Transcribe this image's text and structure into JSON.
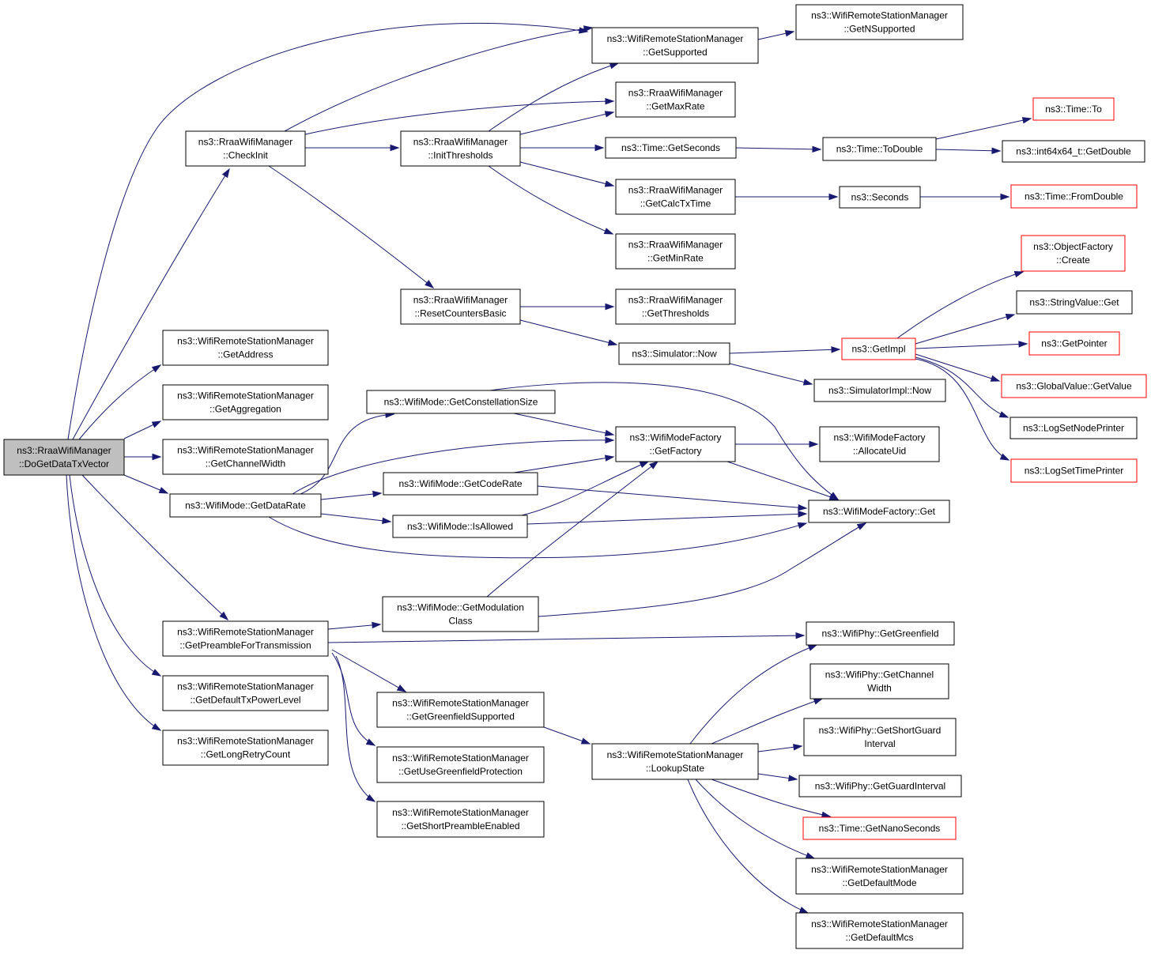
{
  "nodes": [
    {
      "id": "root",
      "lines": [
        "ns3::RraaWifiManager",
        "::DoGetDataTxVector"
      ],
      "style": "root"
    },
    {
      "id": "checkinit",
      "lines": [
        "ns3::RraaWifiManager",
        "::CheckInit"
      ]
    },
    {
      "id": "getaddress",
      "lines": [
        "ns3::WifiRemoteStationManager",
        "::GetAddress"
      ]
    },
    {
      "id": "getaggregation",
      "lines": [
        "ns3::WifiRemoteStationManager",
        "::GetAggregation"
      ]
    },
    {
      "id": "getchannelwidth",
      "lines": [
        "ns3::WifiRemoteStationManager",
        "::GetChannelWidth"
      ]
    },
    {
      "id": "getdatarate",
      "lines": [
        "ns3::WifiMode::GetDataRate"
      ]
    },
    {
      "id": "getpreamble",
      "lines": [
        "ns3::WifiRemoteStationManager",
        "::GetPreambleForTransmission"
      ]
    },
    {
      "id": "getdefaulttxpower",
      "lines": [
        "ns3::WifiRemoteStationManager",
        "::GetDefaultTxPowerLevel"
      ]
    },
    {
      "id": "getlongretry",
      "lines": [
        "ns3::WifiRemoteStationManager",
        "::GetLongRetryCount"
      ]
    },
    {
      "id": "getsupported",
      "lines": [
        "ns3::WifiRemoteStationManager",
        "::GetSupported"
      ]
    },
    {
      "id": "getnsupported",
      "lines": [
        "ns3::WifiRemoteStationManager",
        "::GetNSupported"
      ]
    },
    {
      "id": "getmaxrate",
      "lines": [
        "ns3::RraaWifiManager",
        "::GetMaxRate"
      ]
    },
    {
      "id": "initthresholds",
      "lines": [
        "ns3::RraaWifiManager",
        "::InitThresholds"
      ]
    },
    {
      "id": "getseconds",
      "lines": [
        "ns3::Time::GetSeconds"
      ]
    },
    {
      "id": "todouble",
      "lines": [
        "ns3::Time::ToDouble"
      ]
    },
    {
      "id": "timeto",
      "lines": [
        "ns3::Time::To"
      ],
      "style": "trunc"
    },
    {
      "id": "getdouble",
      "lines": [
        "ns3::int64x64_t::GetDouble"
      ]
    },
    {
      "id": "getcalctxtime",
      "lines": [
        "ns3::RraaWifiManager",
        "::GetCalcTxTime"
      ]
    },
    {
      "id": "seconds",
      "lines": [
        "ns3::Seconds"
      ]
    },
    {
      "id": "fromdouble",
      "lines": [
        "ns3::Time::FromDouble"
      ],
      "style": "trunc"
    },
    {
      "id": "getminrate",
      "lines": [
        "ns3::RraaWifiManager",
        "::GetMinRate"
      ]
    },
    {
      "id": "objfactorycreate",
      "lines": [
        "ns3::ObjectFactory",
        "::Create"
      ],
      "style": "trunc"
    },
    {
      "id": "stringvalueget",
      "lines": [
        "ns3::StringValue::Get"
      ]
    },
    {
      "id": "resetcounters",
      "lines": [
        "ns3::RraaWifiManager",
        "::ResetCountersBasic"
      ]
    },
    {
      "id": "getthresholds",
      "lines": [
        "ns3::RraaWifiManager",
        "::GetThresholds"
      ]
    },
    {
      "id": "getimpl",
      "lines": [
        "ns3::GetImpl"
      ],
      "style": "trunc"
    },
    {
      "id": "getpointer",
      "lines": [
        "ns3::GetPointer"
      ],
      "style": "trunc"
    },
    {
      "id": "simnow",
      "lines": [
        "ns3::Simulator::Now"
      ]
    },
    {
      "id": "globalvalue",
      "lines": [
        "ns3::GlobalValue::GetValue"
      ],
      "style": "trunc"
    },
    {
      "id": "simimplnow",
      "lines": [
        "ns3::SimulatorImpl::Now"
      ]
    },
    {
      "id": "constellation",
      "lines": [
        "ns3::WifiMode::GetConstellationSize"
      ]
    },
    {
      "id": "getfactory",
      "lines": [
        "ns3::WifiModeFactory",
        "::GetFactory"
      ]
    },
    {
      "id": "allocateuid",
      "lines": [
        "ns3::WifiModeFactory",
        "::AllocateUid"
      ]
    },
    {
      "id": "lognodeprinter",
      "lines": [
        "ns3::LogSetNodePrinter"
      ]
    },
    {
      "id": "logtimeprinter",
      "lines": [
        "ns3::LogSetTimePrinter"
      ],
      "style": "trunc"
    },
    {
      "id": "getcoderate",
      "lines": [
        "ns3::WifiMode::GetCodeRate"
      ]
    },
    {
      "id": "factoryget",
      "lines": [
        "ns3::WifiModeFactory::Get"
      ]
    },
    {
      "id": "isallowed",
      "lines": [
        "ns3::WifiMode::IsAllowed"
      ]
    },
    {
      "id": "getmodclass",
      "lines": [
        "ns3::WifiMode::GetModulation",
        "Class"
      ]
    },
    {
      "id": "getgreenfield",
      "lines": [
        "ns3::WifiPhy::GetGreenfield"
      ]
    },
    {
      "id": "phychannelwidth",
      "lines": [
        "ns3::WifiPhy::GetChannel",
        "Width"
      ]
    },
    {
      "id": "greenfieldsupported",
      "lines": [
        "ns3::WifiRemoteStationManager",
        "::GetGreenfieldSupported"
      ]
    },
    {
      "id": "shortguard",
      "lines": [
        "ns3::WifiPhy::GetShortGuard",
        "Interval"
      ]
    },
    {
      "id": "lookupstate",
      "lines": [
        "ns3::WifiRemoteStationManager",
        "::LookupState"
      ]
    },
    {
      "id": "usegreenfield",
      "lines": [
        "ns3::WifiRemoteStationManager",
        "::GetUseGreenfieldProtection"
      ]
    },
    {
      "id": "guardinterval",
      "lines": [
        "ns3::WifiPhy::GetGuardInterval"
      ]
    },
    {
      "id": "nanoseconds",
      "lines": [
        "ns3::Time::GetNanoSeconds"
      ],
      "style": "trunc"
    },
    {
      "id": "shortpreamble",
      "lines": [
        "ns3::WifiRemoteStationManager",
        "::GetShortPreambleEnabled"
      ]
    },
    {
      "id": "defaultmode",
      "lines": [
        "ns3::WifiRemoteStationManager",
        "::GetDefaultMode"
      ]
    },
    {
      "id": "defaultmcs",
      "lines": [
        "ns3::WifiRemoteStationManager",
        "::GetDefaultMcs"
      ]
    }
  ],
  "edges": [
    [
      "root",
      "checkinit"
    ],
    [
      "root",
      "getsupported"
    ],
    [
      "root",
      "getaddress"
    ],
    [
      "root",
      "getaggregation"
    ],
    [
      "root",
      "getchannelwidth"
    ],
    [
      "root",
      "getdatarate"
    ],
    [
      "root",
      "getpreamble"
    ],
    [
      "root",
      "getdefaulttxpower"
    ],
    [
      "root",
      "getlongretry"
    ],
    [
      "checkinit",
      "getnsupported"
    ],
    [
      "checkinit",
      "getmaxrate"
    ],
    [
      "checkinit",
      "initthresholds"
    ],
    [
      "checkinit",
      "resetcounters"
    ],
    [
      "getsupported",
      "getnsupported"
    ],
    [
      "initthresholds",
      "getsupported"
    ],
    [
      "initthresholds",
      "getmaxrate"
    ],
    [
      "initthresholds",
      "getseconds"
    ],
    [
      "initthresholds",
      "getcalctxtime"
    ],
    [
      "initthresholds",
      "getminrate"
    ],
    [
      "getseconds",
      "todouble"
    ],
    [
      "todouble",
      "timeto"
    ],
    [
      "todouble",
      "getdouble"
    ],
    [
      "getcalctxtime",
      "seconds"
    ],
    [
      "seconds",
      "fromdouble"
    ],
    [
      "resetcounters",
      "getthresholds"
    ],
    [
      "resetcounters",
      "simnow"
    ],
    [
      "simnow",
      "getimpl"
    ],
    [
      "simnow",
      "simimplnow"
    ],
    [
      "getimpl",
      "objfactorycreate"
    ],
    [
      "getimpl",
      "stringvalueget"
    ],
    [
      "getimpl",
      "getpointer"
    ],
    [
      "getimpl",
      "globalvalue"
    ],
    [
      "getimpl",
      "lognodeprinter"
    ],
    [
      "getimpl",
      "logtimeprinter"
    ],
    [
      "getdatarate",
      "constellation"
    ],
    [
      "getdatarate",
      "getfactory"
    ],
    [
      "getdatarate",
      "getcoderate"
    ],
    [
      "getdatarate",
      "isallowed"
    ],
    [
      "getdatarate",
      "factoryget"
    ],
    [
      "constellation",
      "getfactory"
    ],
    [
      "constellation",
      "factoryget"
    ],
    [
      "getcoderate",
      "getfactory"
    ],
    [
      "getcoderate",
      "factoryget"
    ],
    [
      "isallowed",
      "getfactory"
    ],
    [
      "isallowed",
      "factoryget"
    ],
    [
      "getfactory",
      "allocateuid"
    ],
    [
      "getfactory",
      "factoryget"
    ],
    [
      "getpreamble",
      "getmodclass"
    ],
    [
      "getpreamble",
      "getgreenfield"
    ],
    [
      "getpreamble",
      "greenfieldsupported"
    ],
    [
      "getpreamble",
      "usegreenfield"
    ],
    [
      "getpreamble",
      "shortpreamble"
    ],
    [
      "getmodclass",
      "getfactory"
    ],
    [
      "getmodclass",
      "factoryget"
    ],
    [
      "greenfieldsupported",
      "lookupstate"
    ],
    [
      "lookupstate",
      "getgreenfield"
    ],
    [
      "lookupstate",
      "phychannelwidth"
    ],
    [
      "lookupstate",
      "shortguard"
    ],
    [
      "lookupstate",
      "guardinterval"
    ],
    [
      "lookupstate",
      "nanoseconds"
    ],
    [
      "lookupstate",
      "defaultmode"
    ],
    [
      "lookupstate",
      "defaultmcs"
    ]
  ]
}
